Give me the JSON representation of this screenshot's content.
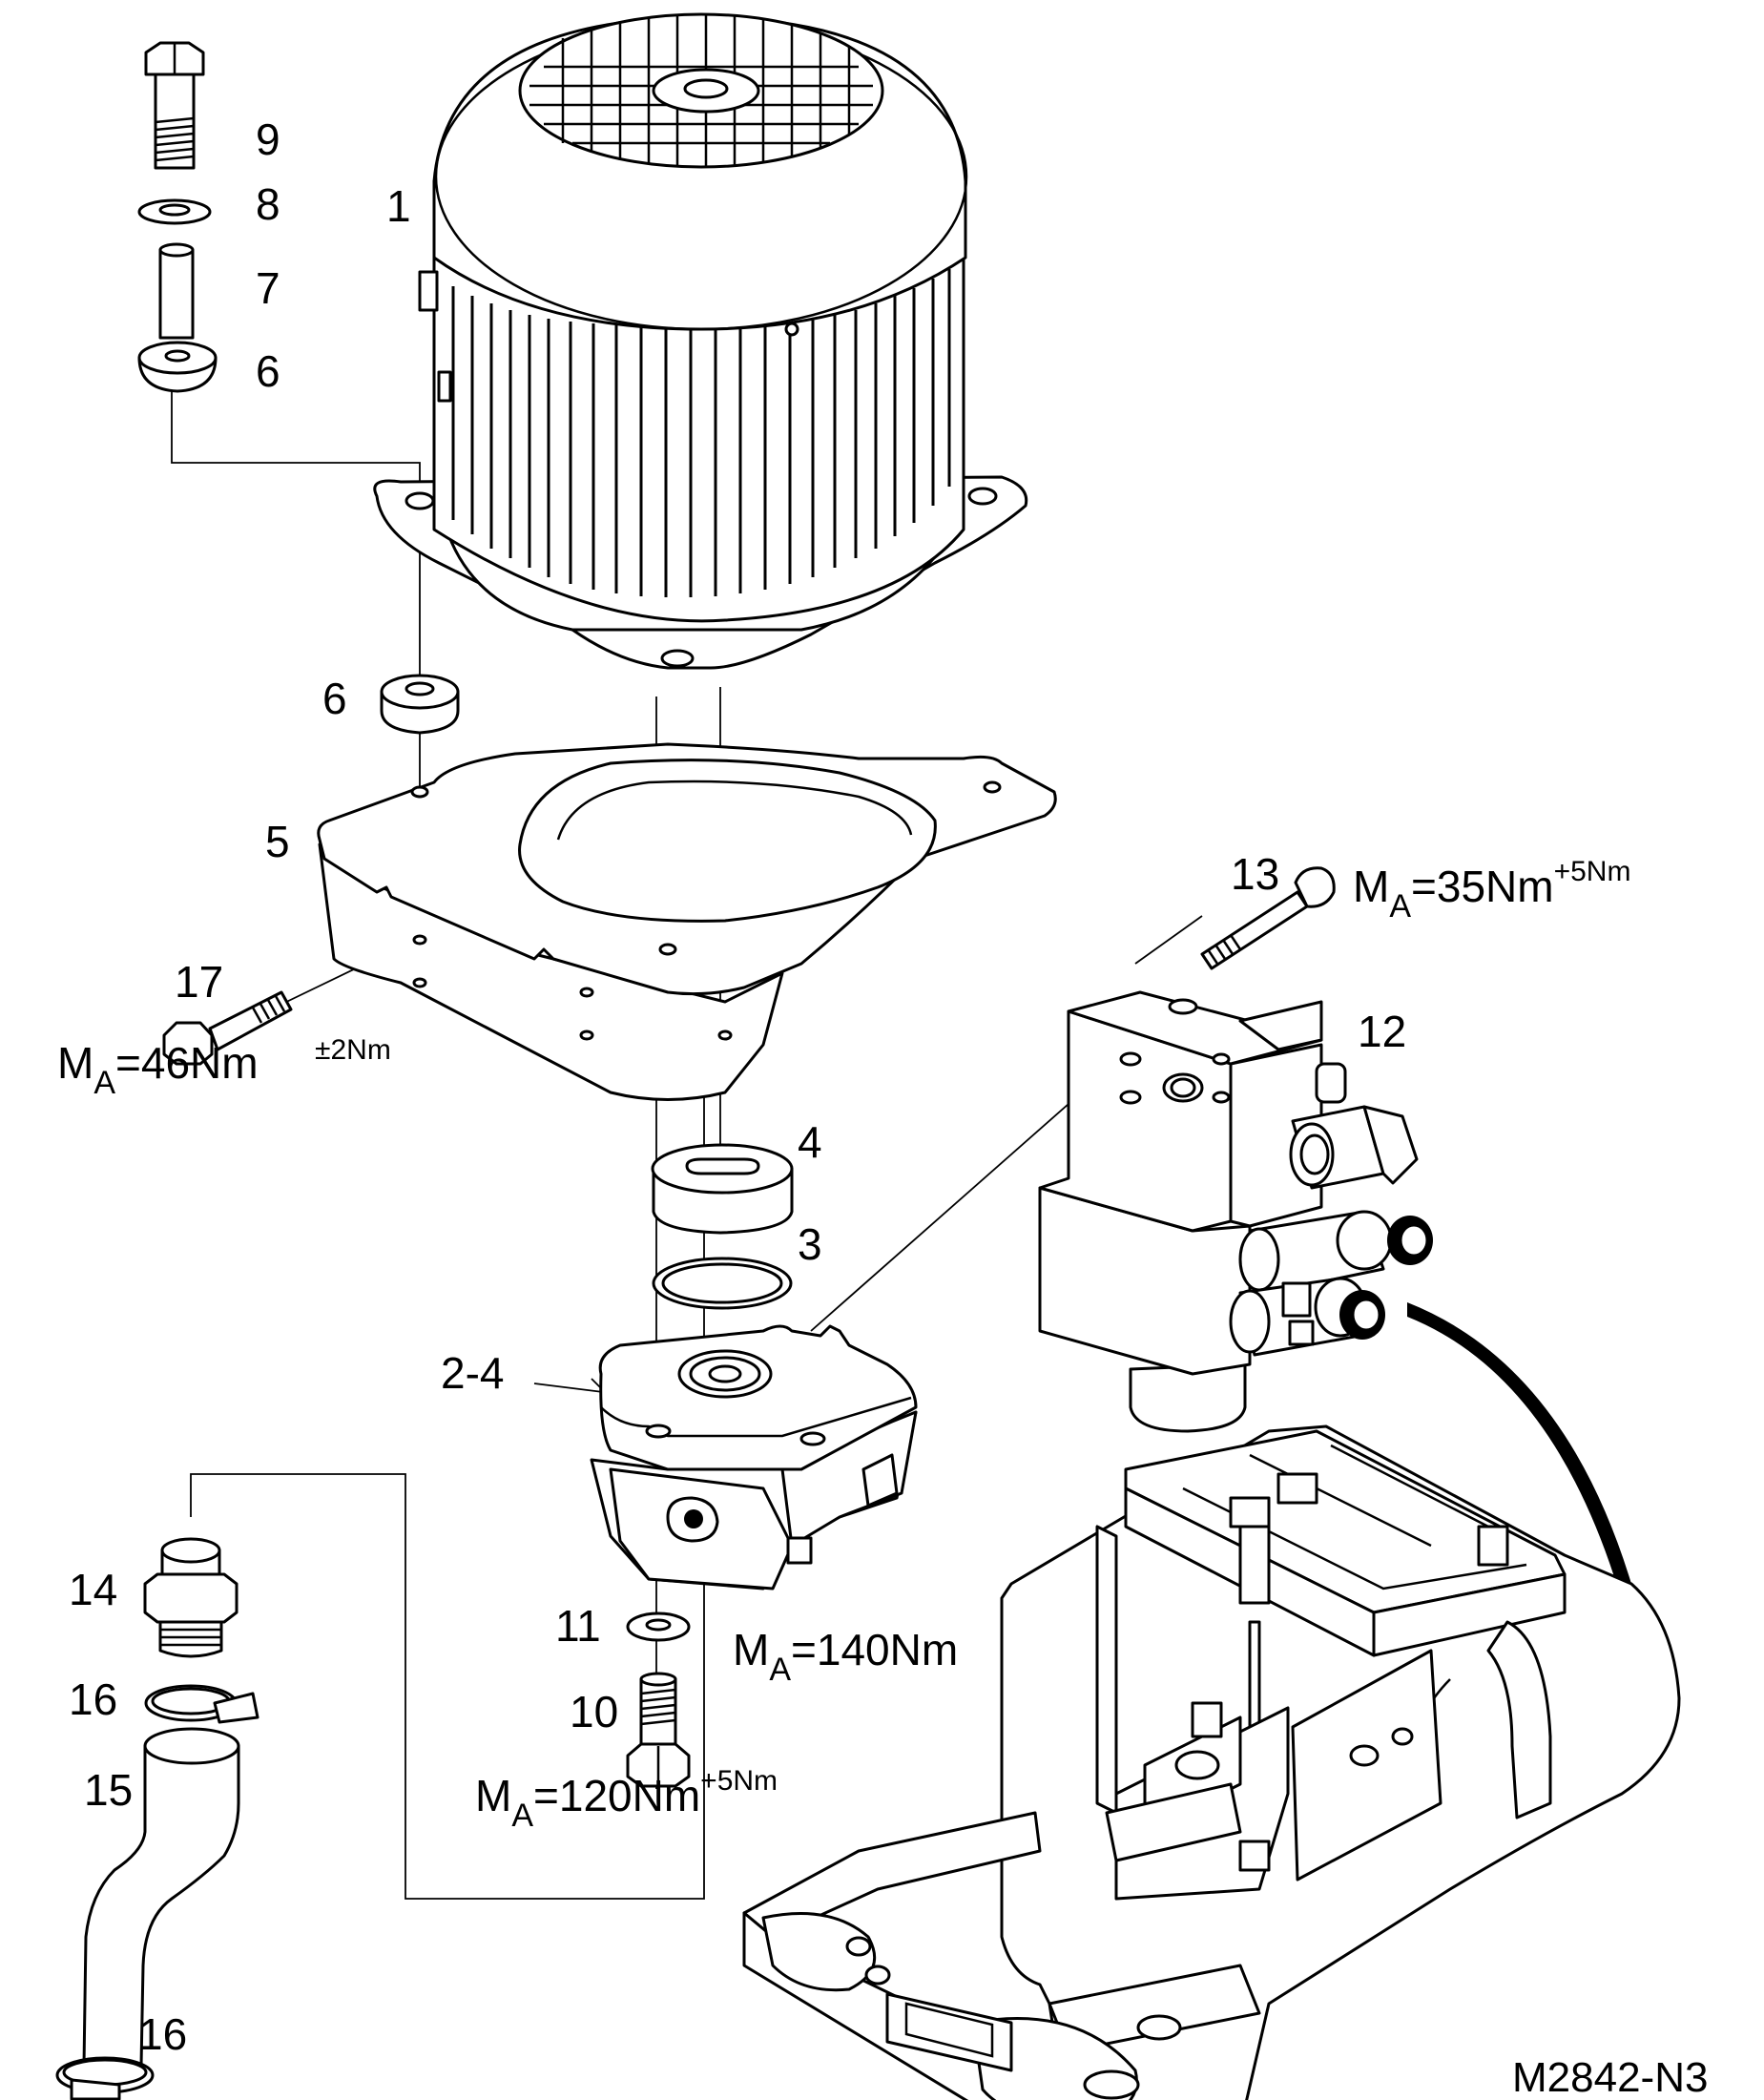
{
  "drawing_code": "M2842-N3",
  "part_labels": {
    "p1": "1",
    "p2_4": "2-4",
    "p3": "3",
    "p4": "4",
    "p5": "5",
    "p6_top": "6",
    "p6_mid": "6",
    "p7": "7",
    "p8": "8",
    "p9": "9",
    "p10": "10",
    "p11": "11",
    "p12": "12",
    "p13": "13",
    "p14": "14",
    "p15": "15",
    "p16_top": "16",
    "p16_bottom": "16",
    "p17": "17"
  },
  "torques": {
    "t13": {
      "m": "M",
      "sub": "A",
      "value": "=35Nm",
      "tol": "+5Nm"
    },
    "t17": {
      "m": "M",
      "sub": "A",
      "value": "=46Nm",
      "tol": "±2Nm"
    },
    "t_pump": {
      "m": "M",
      "sub": "A",
      "value": "=140Nm",
      "tol": ""
    },
    "t10": {
      "m": "M",
      "sub": "A",
      "value": "=120Nm",
      "tol": "+5Nm"
    }
  }
}
